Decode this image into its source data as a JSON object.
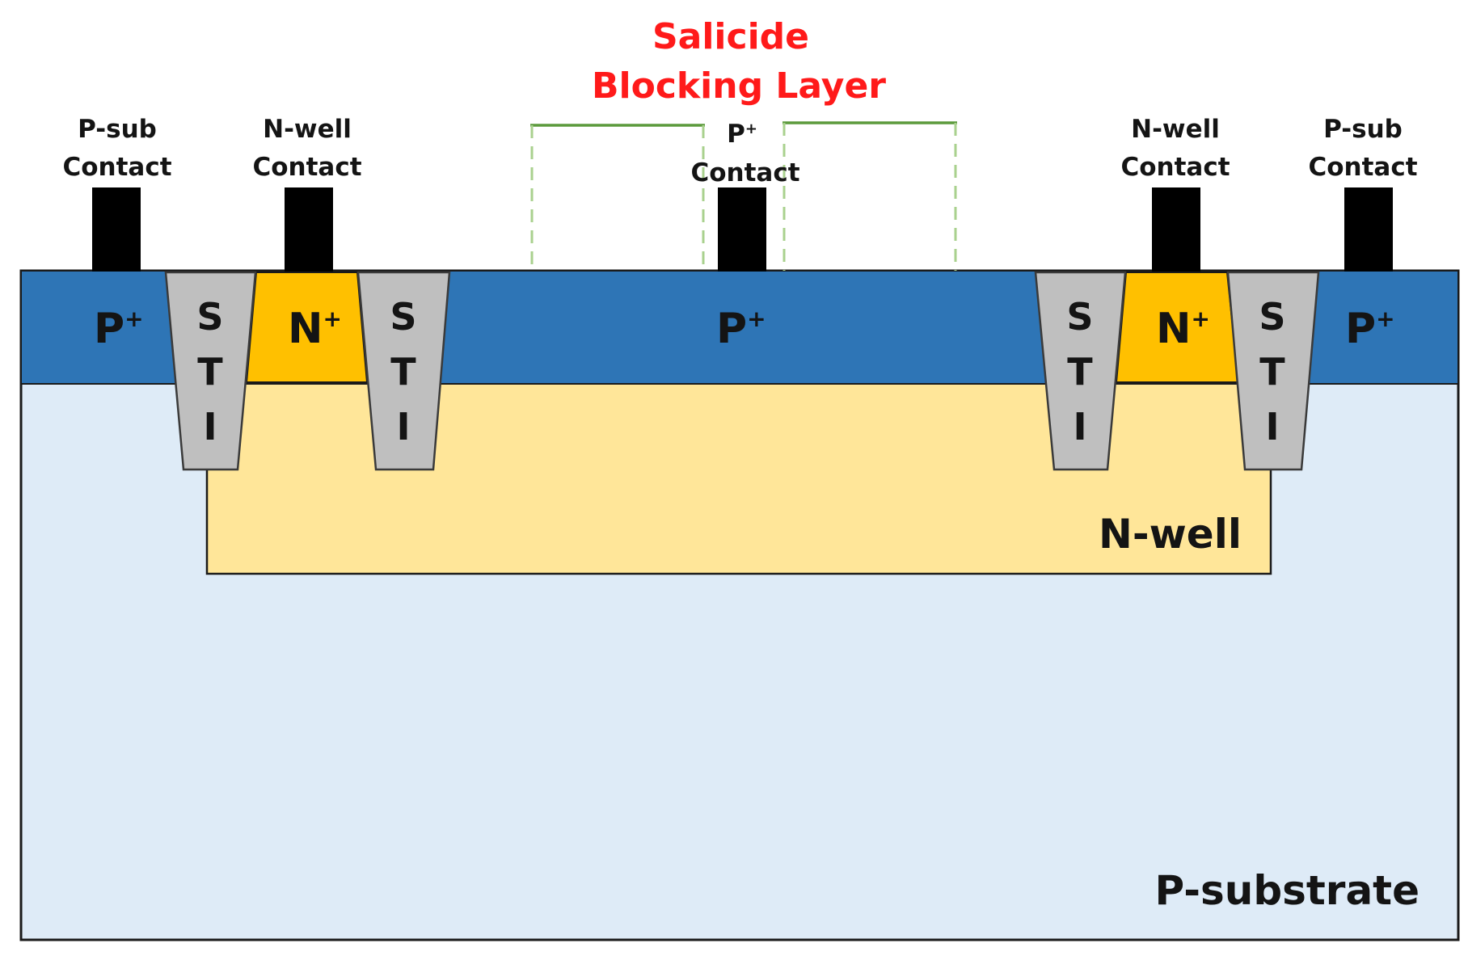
{
  "colors": {
    "p_plus_layer": "#2e75b6",
    "n_plus_region": "#ffc000",
    "n_well": "#ffe699",
    "p_substrate": "#deebf7",
    "sti": "#bfbfbf",
    "contact": "#000000",
    "blocking_outline": "#5b9a3c",
    "blocking_title": "#ff1a1a",
    "text": "#141414"
  },
  "blocking_layer": {
    "title_line1": "Salicide",
    "title_line2": "Blocking Layer"
  },
  "contacts": {
    "p_sub_left": {
      "line1": "P-sub",
      "line2": "Contact"
    },
    "n_well_left": {
      "line1": "N-well",
      "line2": "Contact"
    },
    "p_center": {
      "line1": "P",
      "sup": "+",
      "line2": "Contact"
    },
    "n_well_right": {
      "line1": "N-well",
      "line2": "Contact"
    },
    "p_sub_right": {
      "line1": "P-sub",
      "line2": "Contact"
    }
  },
  "regions": {
    "p_plus_base": "P",
    "n_plus_base": "N",
    "doping_sup": "+",
    "sti_letters": [
      "S",
      "T",
      "I"
    ],
    "n_well": "N-well",
    "p_substrate": "P-substrate"
  }
}
